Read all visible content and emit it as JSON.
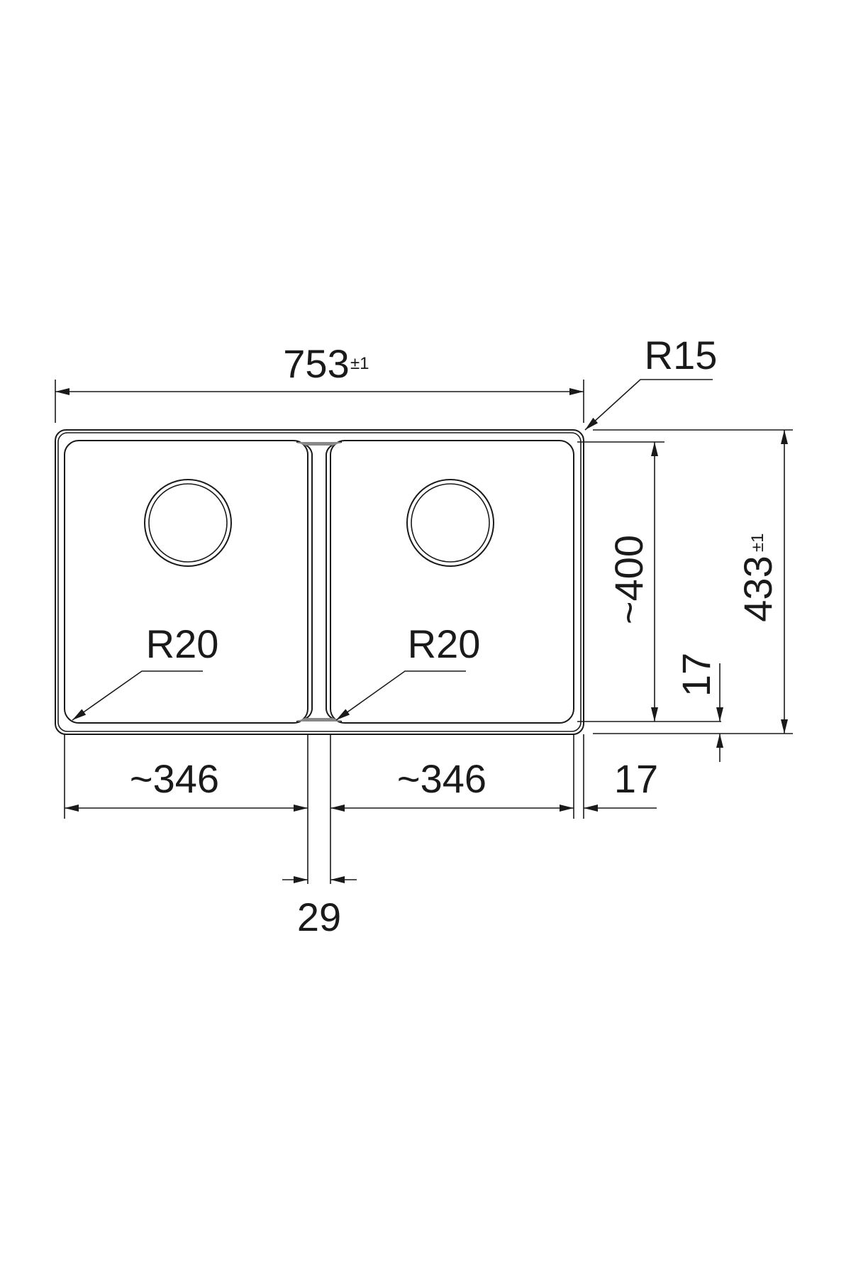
{
  "drawing": {
    "overall_width": {
      "value": "753",
      "tolerance": "±1"
    },
    "overall_depth": {
      "value": "433",
      "tolerance": "±1"
    },
    "corner_radius_outer": "R15",
    "bowl_corner_radius_left": "R20",
    "bowl_corner_radius_right": "R20",
    "bowl_depth": "~400",
    "bowl_width_left": "~346",
    "bowl_width_right": "~346",
    "divider_width": "29",
    "side_rim": "17",
    "bottom_rim": "17"
  },
  "colors": {
    "line": "#1a1a1a",
    "background": "#ffffff"
  }
}
